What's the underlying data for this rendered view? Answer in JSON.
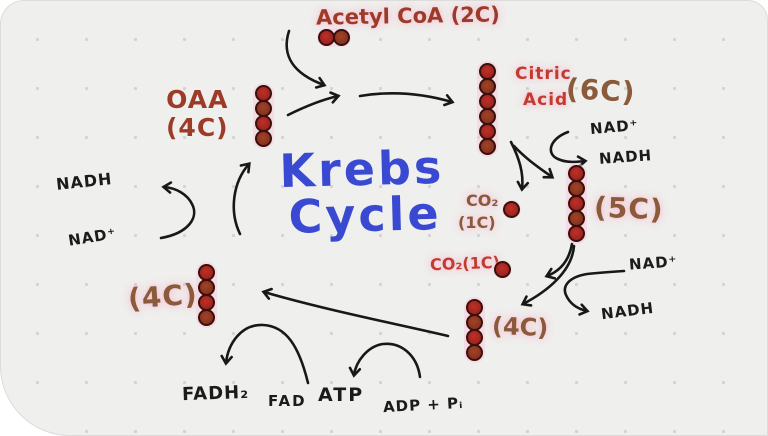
{
  "title": {
    "line1": "Krebs",
    "line2": "Cycle"
  },
  "molecules": {
    "acetyl_coa": {
      "label": "Acetyl CoA (2C)",
      "carbons": 2
    },
    "oaa": {
      "name": "OAA",
      "formula": "(4C)",
      "carbons": 4
    },
    "citric_acid": {
      "name_line1": "Citric",
      "name_line2": "Acid",
      "formula": "(6C)",
      "carbons": 6
    },
    "five_c": {
      "formula": "(5C)",
      "carbons": 5
    },
    "co2_upper": {
      "name": "CO₂",
      "formula": "(1C)",
      "carbons": 1
    },
    "co2_lower": {
      "name": "CO₂(1C)",
      "carbons": 1
    },
    "four_c_right": {
      "formula": "(4C)",
      "carbons": 4
    },
    "four_c_left": {
      "formula": "(4C)",
      "carbons": 4
    }
  },
  "cofactors": {
    "right_upper": {
      "from": "NAD⁺",
      "to": "NADH"
    },
    "right_lower": {
      "from": "NAD⁺",
      "to": "NADH"
    },
    "left": {
      "to": "NADH",
      "from": "NAD⁺"
    },
    "bottom": {
      "fadh2": "FADH₂",
      "fad": "FAD",
      "atp": "ATP",
      "adp": "ADP + Pᵢ"
    }
  },
  "colors": {
    "canvas_bg": "#efefed",
    "dot_grid": "#d3d3d1",
    "ink": "#1b1b1b",
    "title_blue": "#3a49d2",
    "brick_red": "#9d3b29",
    "bright_red": "#c23b30",
    "brown": "#8a5a3a",
    "molecule_fill": "#a42622",
    "molecule_border": "#3a0f0c",
    "highlight_pink": "#f7cbdc"
  }
}
